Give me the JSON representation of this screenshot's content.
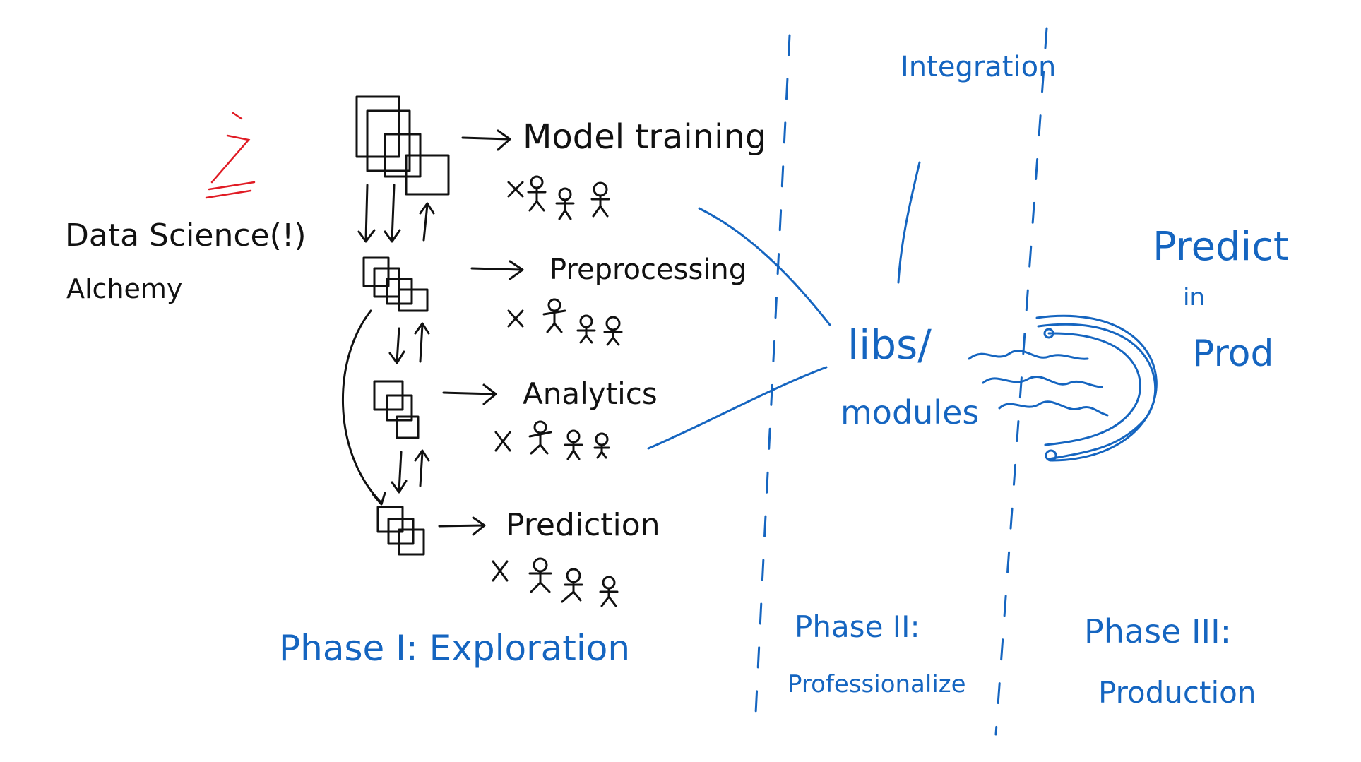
{
  "colors": {
    "ink": "#111111",
    "blue": "#1565c0",
    "red": "#e01b24",
    "background": "#ffffff"
  },
  "left_note": {
    "line1": "Data Science(!)",
    "line2": "Alchemy"
  },
  "steps": [
    {
      "label": "Model training"
    },
    {
      "label": "Preprocessing"
    },
    {
      "label": "Analytics"
    },
    {
      "label": "Prediction"
    }
  ],
  "phase1": {
    "label": "Phase I: Exploration"
  },
  "integration": {
    "label": "Integration"
  },
  "center": {
    "line1": "libs/",
    "line2": "modules"
  },
  "phase2": {
    "line1": "Phase II:",
    "line2": "Professionalize"
  },
  "predict": {
    "line1": "Predict",
    "line2": "in",
    "line3": "Prod"
  },
  "phase3": {
    "line1": "Phase III:",
    "line2": "Production"
  }
}
